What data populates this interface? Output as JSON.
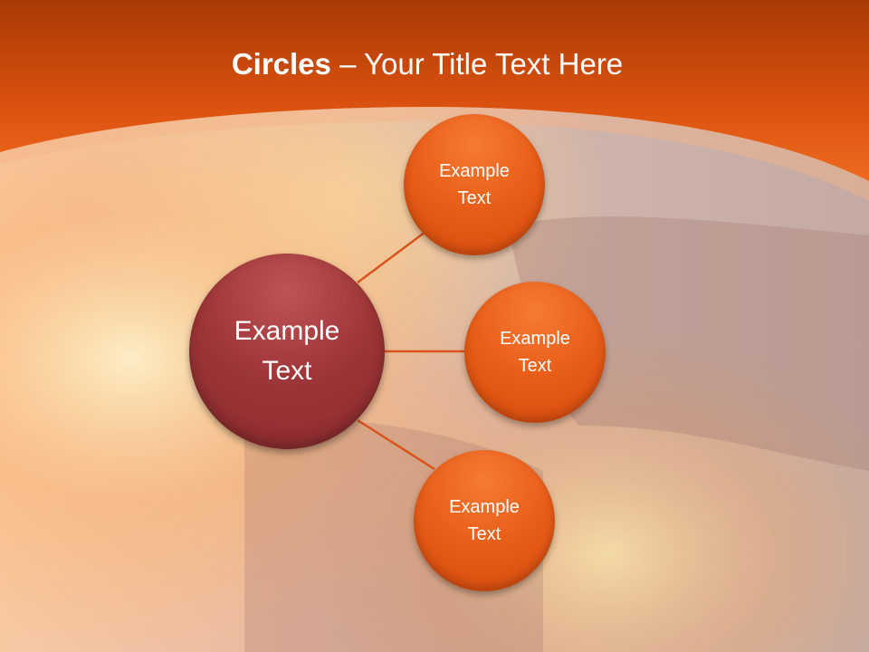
{
  "title": {
    "bold_part": "Circles",
    "rest": " – Your Title Text Here"
  },
  "diagram": {
    "center": {
      "label": "Example\nText"
    },
    "satellites": [
      {
        "label": "Example\nText"
      },
      {
        "label": "Example\nText"
      },
      {
        "label": "Example\nText"
      }
    ]
  },
  "colors": {
    "header_orange": "#e45a12",
    "center_circle": "#9e3538",
    "satellite_circle": "#e85d17",
    "connector": "#d9531a"
  }
}
